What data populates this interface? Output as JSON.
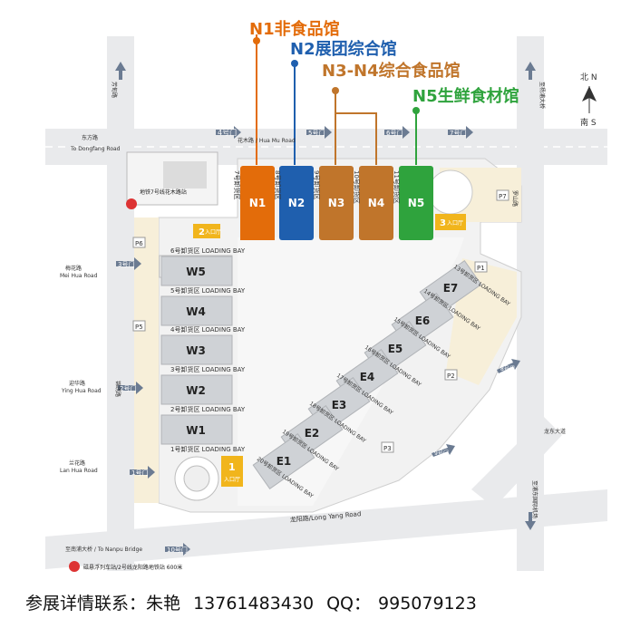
{
  "legend": {
    "n1": {
      "label": "N1非食品馆",
      "color": "#e36c0a"
    },
    "n2": {
      "label": "N2展团综合馆",
      "color": "#1f5fae"
    },
    "n3n4": {
      "label": "N3-N4综合食品馆",
      "color": "#c0752b"
    },
    "n5": {
      "label": "N5生鲜食材馆",
      "color": "#2fa33d"
    }
  },
  "compass": {
    "north": "北 N",
    "south": "南 S"
  },
  "roads": {
    "huamu": "花木路 / Hua Mu Road",
    "dongfang": "东方路",
    "dongfang_en": "To Dongfang Road",
    "yinghua": "迎华路",
    "yinghua_en": "Ying Hua Road",
    "meihua": "梅花路",
    "meihua_en": "Mei Hua Road",
    "lanhua": "兰花路",
    "lanhua_en": "Lan Hua Road",
    "longyang": "龙阳路/Long Yang Road",
    "luoshan": "罗山路",
    "nanpu": "至南浦大桥 / To Nanpu Bridge",
    "pudong_airport": "至浦东国际机场",
    "yangpu": "至杨浦大桥",
    "longdong": "龙东大道",
    "fanghua": "芳甸路",
    "jinxiu": "锦绣路"
  },
  "gates": [
    "1号门",
    "2号门",
    "3号门",
    "4号门",
    "5号门",
    "6号门",
    "7号门",
    "8号门",
    "9号门",
    "10号门"
  ],
  "north_halls": [
    {
      "id": "N1",
      "bay": "7号卸货区",
      "bay_en": "LOADING BAY"
    },
    {
      "id": "N2",
      "bay": "8号卸货区",
      "bay_en": "LOADING BAY"
    },
    {
      "id": "N3",
      "bay": "9号卸货区",
      "bay_en": "LOADING BAY"
    },
    {
      "id": "N4",
      "bay": "10号卸货区",
      "bay_en": "LOADING BAY"
    },
    {
      "id": "N5",
      "bay": "11号卸货区",
      "bay_en": "LOADING BAY"
    }
  ],
  "west_halls": [
    {
      "id": "W5",
      "bay": "6号卸货区 LOADING BAY"
    },
    {
      "id": "W4",
      "bay": "5号卸货区 LOADING BAY"
    },
    {
      "id": "W3",
      "bay": "4号卸货区 LOADING BAY"
    },
    {
      "id": "W2",
      "bay": "3号卸货区 LOADING BAY"
    },
    {
      "id": "W1",
      "bay": "2号卸货区 LOADING BAY"
    },
    {
      "id": "",
      "bay": "1号卸货区 LOADING BAY"
    }
  ],
  "east_halls": [
    {
      "id": "E7",
      "bay": "13号卸货区 LOADING BAY"
    },
    {
      "id": "E6",
      "bay": "14号卸货区 LOADING BAY"
    },
    {
      "id": "E5",
      "bay": "15号卸货区 LOADING BAY"
    },
    {
      "id": "E4",
      "bay": "16号卸货区 LOADING BAY"
    },
    {
      "id": "E3",
      "bay": "17号卸货区 LOADING BAY"
    },
    {
      "id": "E2",
      "bay": "18号卸货区 LOADING BAY"
    },
    {
      "id": "E1",
      "bay": "19号卸货区 LOADING BAY"
    },
    {
      "id": "",
      "bay": "20号卸货区 LOADING BAY"
    }
  ],
  "parking": [
    "P1",
    "P2",
    "P3",
    "P5",
    "P6",
    "P7"
  ],
  "entrances": {
    "e1": "1",
    "e1_label": "入口厅",
    "e2": "2",
    "e2_label": "入口厅",
    "e3": "3",
    "e3_label": "入口厅"
  },
  "metro": {
    "line7": "地铁7号线花木路站",
    "maglev": "磁悬浮列车站/2号线龙阳路地铁站 600米"
  },
  "footer": {
    "label": "参展详情联系：朱艳",
    "phone": "13761483430",
    "qq_label": "QQ：",
    "qq": "995079123"
  }
}
